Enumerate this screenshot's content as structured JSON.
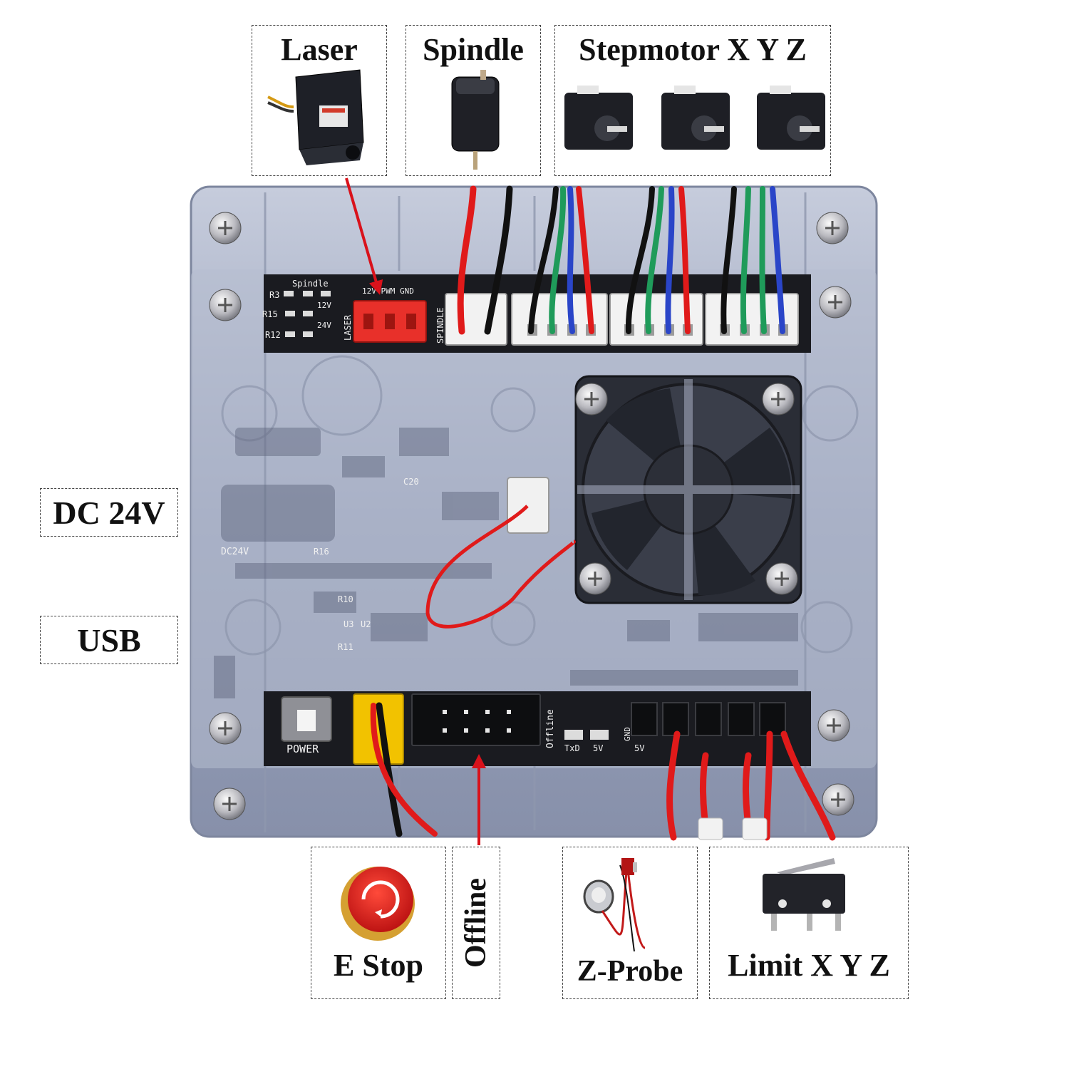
{
  "top_labels": {
    "laser": "Laser",
    "spindle": "Spindle",
    "stepmotor": "Stepmotor X Y Z"
  },
  "side_labels": {
    "dc24v": "DC 24V",
    "usb": "USB"
  },
  "bottom_labels": {
    "estop": "E Stop",
    "offline": "Offline",
    "zprobe": "Z-Probe",
    "limit": "Limit X Y Z"
  },
  "board_silkscreen": {
    "spindle_header": "Spindle",
    "r3": "R3",
    "r15": "R15",
    "r12": "R12",
    "v12": "12V",
    "v24": "24V",
    "laser_vertical": "LASER",
    "laser_pins": "12V PWM GND",
    "spindle_vertical": "SPINDLE",
    "power": "POWER",
    "offline": "Offline",
    "txd": "TxD",
    "v5": "5V",
    "v5b": "5V",
    "gnd": "GND",
    "dc24v": "DC24V",
    "r10": "R10",
    "r11": "R11",
    "u3": "U3",
    "u2": "U2",
    "c20": "C20",
    "r16": "R16"
  },
  "colors": {
    "enclosure": "#a7b0c8",
    "pcb": "#1a1b20",
    "wire_red": "#e01a1a",
    "wire_green": "#1f9b5a",
    "wire_blue": "#2a45c8",
    "wire_black": "#111111",
    "laser_connector": "#e8302a",
    "estop_red": "#e11e1e",
    "arrow": "#d9121b"
  }
}
